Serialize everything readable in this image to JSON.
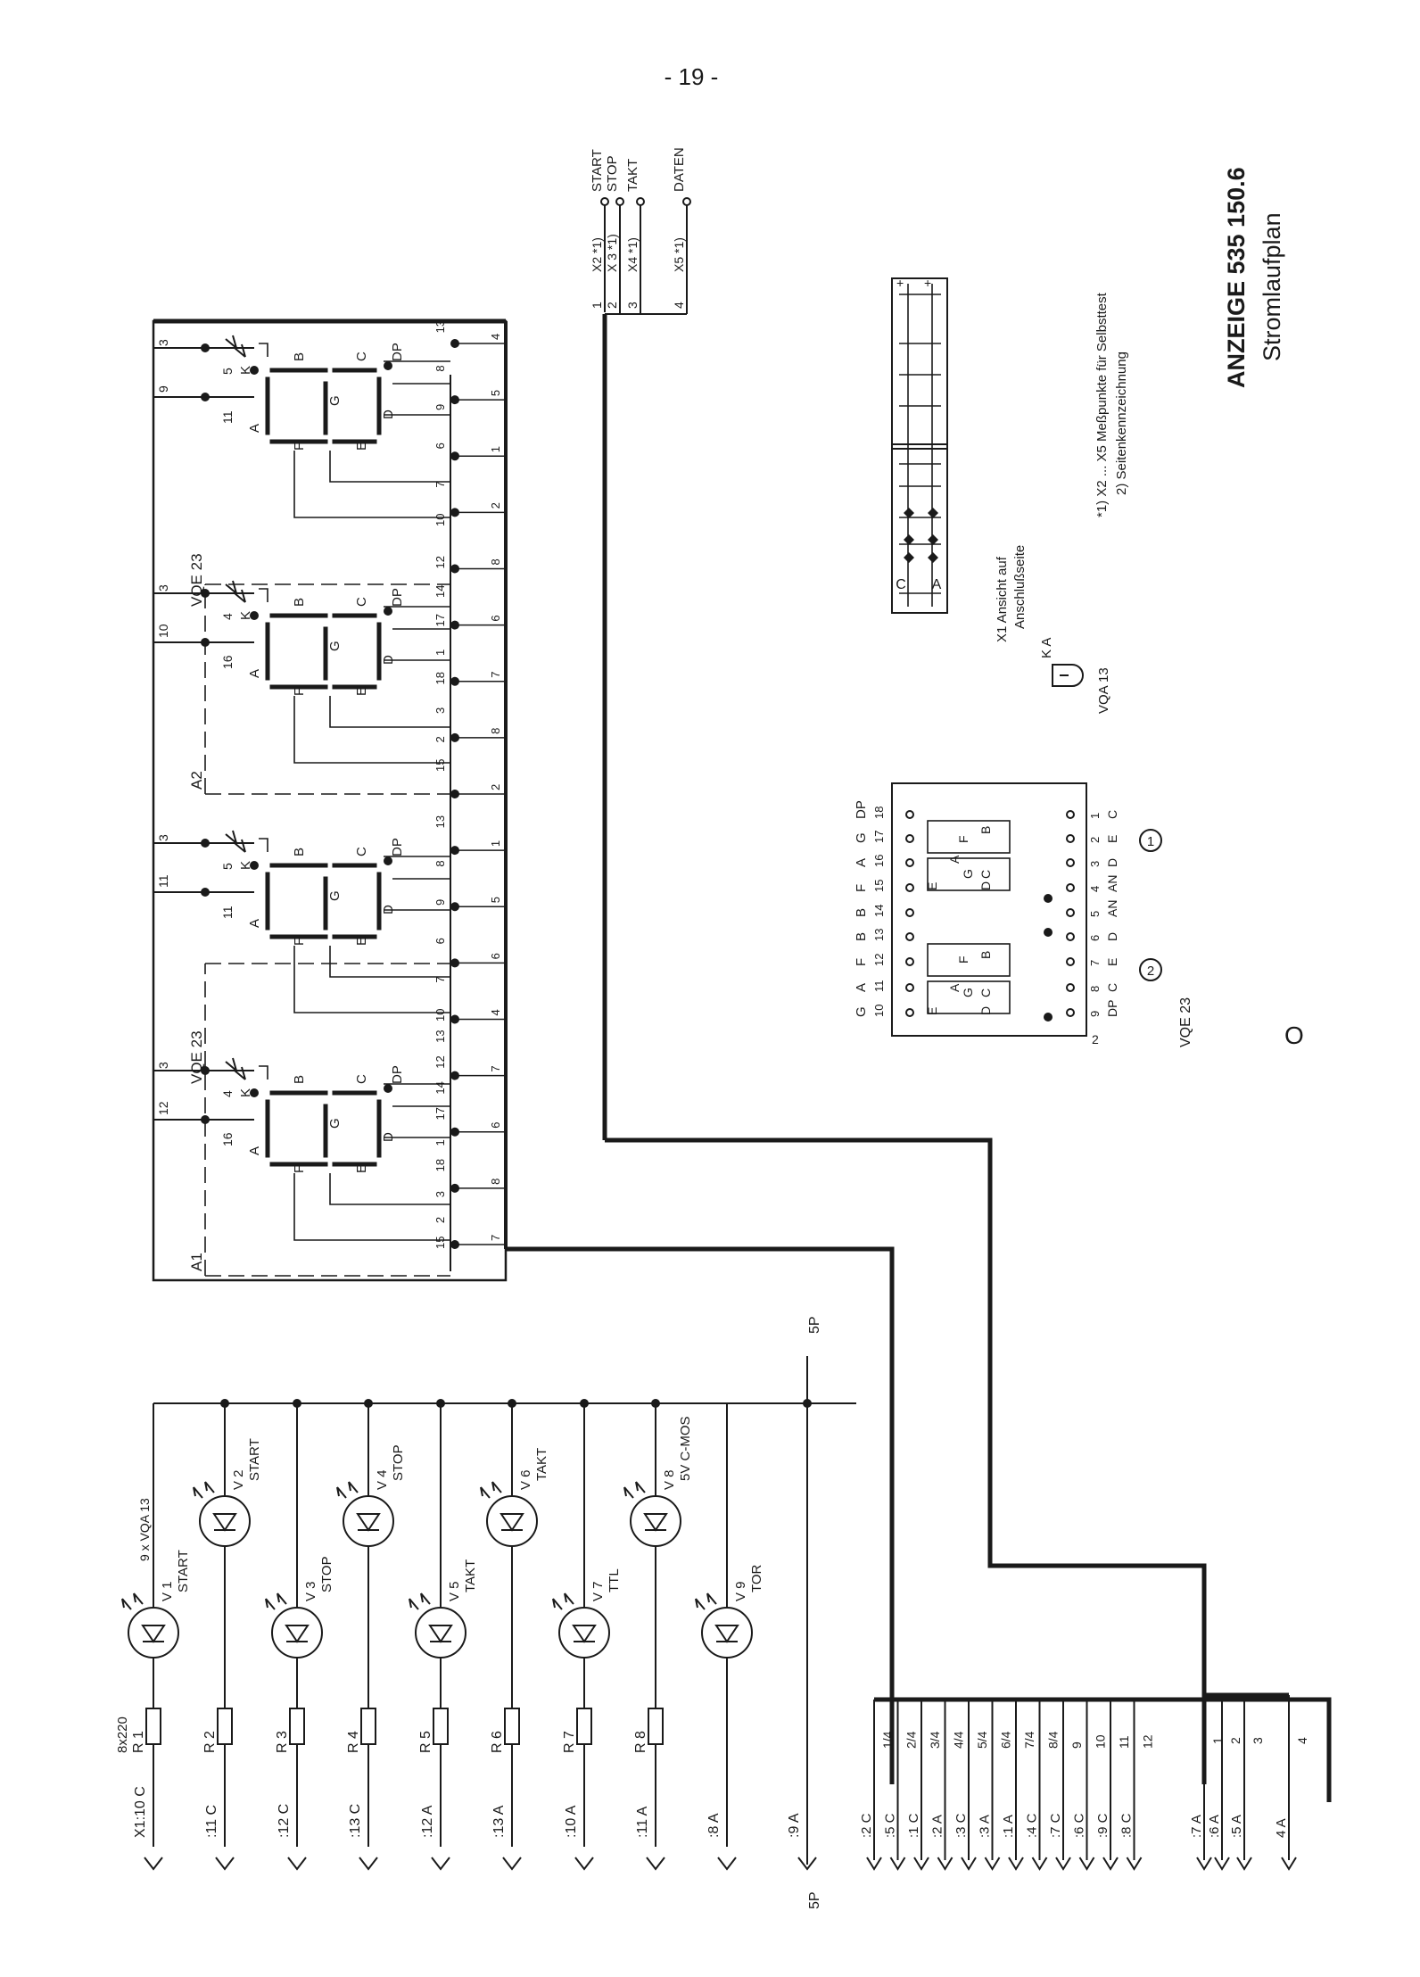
{
  "page_number": "- 19 -",
  "title": {
    "line1": "ANZEIGE  535 150.6",
    "line2": "Stromlaufplan"
  },
  "footnotes": {
    "note1": "*1) X2 ... X5  Meßpunkte  für  Selbsttest",
    "note2": "2) Seitenkennzeichnung"
  },
  "connector_view_label": {
    "line1": "X1 Ansicht  auf",
    "line2": "Anschlußseite"
  },
  "connector_rows": [
    "C",
    "A"
  ],
  "vqa13_legend": {
    "pins": "K  A",
    "name": "VQA 13"
  },
  "vqe23_pinout": {
    "top_labels": [
      "G",
      "A",
      "F",
      "B",
      "B",
      "F",
      "A",
      "G",
      "DP"
    ],
    "top_numbers": [
      "10",
      "11",
      "12",
      "13",
      "14",
      "15",
      "16",
      "17",
      "18"
    ],
    "bottom_numbers": [
      "9",
      "8",
      "7",
      "6",
      "5",
      "4",
      "3",
      "2",
      "1"
    ],
    "bottom_labels": [
      "DP",
      "C",
      "E",
      "D",
      "AN",
      "AN",
      "D",
      "E",
      "C"
    ],
    "digit_marks": [
      "2",
      "1"
    ],
    "name": "VQE 23",
    "side_mark": "2"
  },
  "side_mark_O": "O",
  "test_points": [
    {
      "pin": "1",
      "name": "X2 *1)",
      "signal": "START"
    },
    {
      "pin": "2",
      "name": "X 3 *1)",
      "signal": "STOP"
    },
    {
      "pin": "3",
      "name": "X4 *1)",
      "signal": "TAKT"
    },
    {
      "pin": "4",
      "name": "X5 *1)",
      "signal": "DATEN"
    }
  ],
  "displays": [
    {
      "ref": "A1",
      "type": "VQE 23"
    },
    {
      "ref": "A2",
      "type": "VQE 23"
    }
  ],
  "digit_pins": [
    {
      "top": [
        "3",
        "12"
      ],
      "k": "4",
      "a": "16",
      "right": [
        "15",
        "2",
        "3",
        "18",
        "1",
        "17",
        "14",
        "12",
        "13"
      ]
    },
    {
      "top": [
        "3",
        "11"
      ],
      "k": "5",
      "a": "11",
      "right": [
        "10",
        "7",
        "6",
        "9",
        "8",
        "13"
      ]
    },
    {
      "top": [
        "3",
        "10"
      ],
      "k": "4",
      "a": "16",
      "right": [
        "15",
        "2",
        "3",
        "18",
        "1",
        "17",
        "14",
        "12"
      ]
    },
    {
      "top": [
        "3",
        "9"
      ],
      "k": "5",
      "a": "11",
      "right": [
        "10",
        "7",
        "6",
        "9",
        "8",
        "13"
      ]
    }
  ],
  "segment_letters": [
    "A",
    "B",
    "C",
    "D",
    "E",
    "F",
    "G",
    "DP",
    "K"
  ],
  "bus_pins": [
    "7",
    "8",
    "6",
    "7",
    "4",
    "6",
    "5",
    "1",
    "2",
    "8",
    "7",
    "6",
    "8",
    "2",
    "1",
    "5",
    "4"
  ],
  "supply": {
    "label": "5P",
    "bottom_label": "5P"
  },
  "leds": [
    {
      "ref": "V 1",
      "label": "START",
      "note": "9 x VQA 13"
    },
    {
      "ref": "V 2",
      "label": "START"
    },
    {
      "ref": "V 3",
      "label": "STOP"
    },
    {
      "ref": "V 4",
      "label": "STOP"
    },
    {
      "ref": "V 5",
      "label": "TAKT"
    },
    {
      "ref": "V 6",
      "label": "TAKT"
    },
    {
      "ref": "V 7",
      "label": "TTL"
    },
    {
      "ref": "V 8",
      "label": "5V C-MOS"
    },
    {
      "ref": "V 9",
      "label": "TOR"
    }
  ],
  "resistors": [
    {
      "ref": "R 1",
      "note": "8x220"
    },
    {
      "ref": "R 2"
    },
    {
      "ref": "R 3"
    },
    {
      "ref": "R 4"
    },
    {
      "ref": "R 5"
    },
    {
      "ref": "R 6"
    },
    {
      "ref": "R 7"
    },
    {
      "ref": "R 8"
    }
  ],
  "x1_pins_led": [
    "X1:10 C",
    ":11 C",
    ":12 C",
    ":13 C",
    ":12 A",
    ":13 A",
    ":10 A",
    ":11 A",
    ":8  A",
    ":9  A"
  ],
  "x1_pins_bus": [
    {
      "pin": ":2  C",
      "line": "1/4"
    },
    {
      "pin": ":5  C",
      "line": "2/4"
    },
    {
      "pin": ":1  C",
      "line": "3/4"
    },
    {
      "pin": ":2  A",
      "line": "4/4"
    },
    {
      "pin": ":3  C",
      "line": "5/4"
    },
    {
      "pin": ":3  A",
      "line": "6/4"
    },
    {
      "pin": ":1  A",
      "line": "7/4"
    },
    {
      "pin": ":4  C",
      "line": "8/4"
    },
    {
      "pin": ":7  C",
      "line": "9"
    },
    {
      "pin": ":6  C",
      "line": "10"
    },
    {
      "pin": ":9  C",
      "line": "11"
    },
    {
      "pin": ":8  C",
      "line": "12"
    }
  ],
  "x1_pins_tp": [
    {
      "pin": ":7  A",
      "line": "1"
    },
    {
      "pin": ":6  A",
      "line": "2"
    },
    {
      "pin": ":5  A",
      "line": "3"
    },
    {
      "pin": "4  A",
      "line": "4"
    }
  ]
}
